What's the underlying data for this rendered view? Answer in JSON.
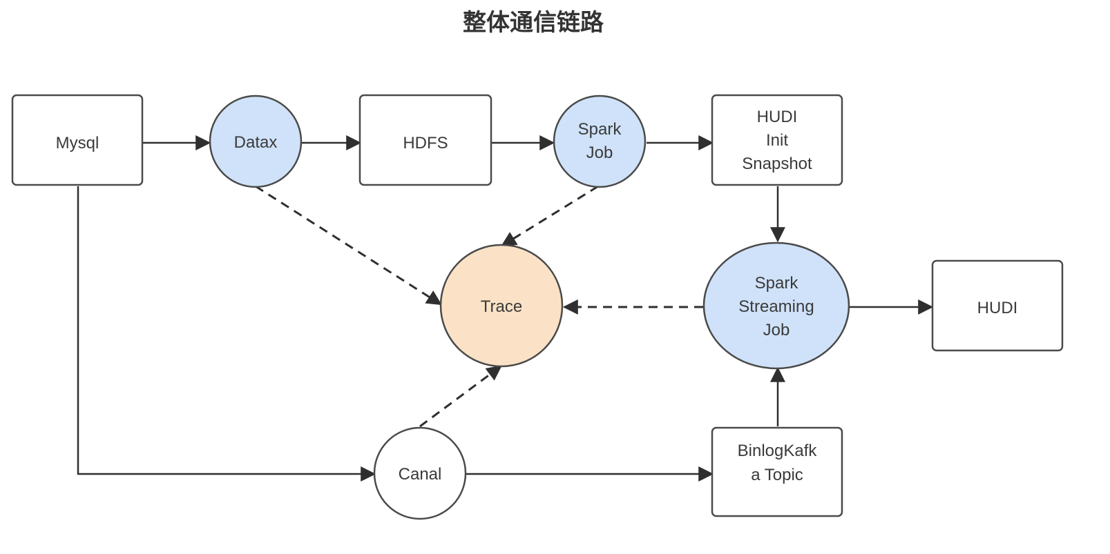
{
  "title": "整体通信链路",
  "colors": {
    "process_fill": "#cfe2f9",
    "trace_fill": "#fbe2c6",
    "plain_fill": "#ffffff",
    "stroke": "#2f2f2f"
  },
  "nodes": {
    "mysql": "Mysql",
    "datax": "Datax",
    "hdfs": "HDFS",
    "spark_job": [
      "Spark",
      "Job"
    ],
    "hudi_init": [
      "HUDI",
      "Init",
      "Snapshot"
    ],
    "trace": "Trace",
    "spark_streaming": [
      "Spark",
      "Streaming",
      "Job"
    ],
    "hudi": "HUDI",
    "canal": "Canal",
    "binlog_kafka": [
      "BinlogKafk",
      "a Topic"
    ]
  }
}
